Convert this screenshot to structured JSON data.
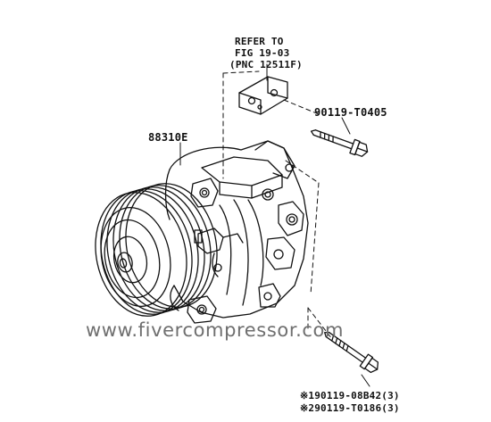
{
  "refer_note": {
    "line1": "REFER TO",
    "line2": "FIG 19-03",
    "line3": "(PNC 12511F)"
  },
  "parts": {
    "compressor": "88310E",
    "bracket_bolt": "90119-T0405",
    "mount_bolt_1": "※190119-08B42(3)",
    "mount_bolt_2": "※290119-T0186(3)"
  },
  "watermark": "www.fivercompressor.com",
  "colors": {
    "ink": "#111111",
    "watermark": "#6f6f6f",
    "background": "#ffffff"
  }
}
